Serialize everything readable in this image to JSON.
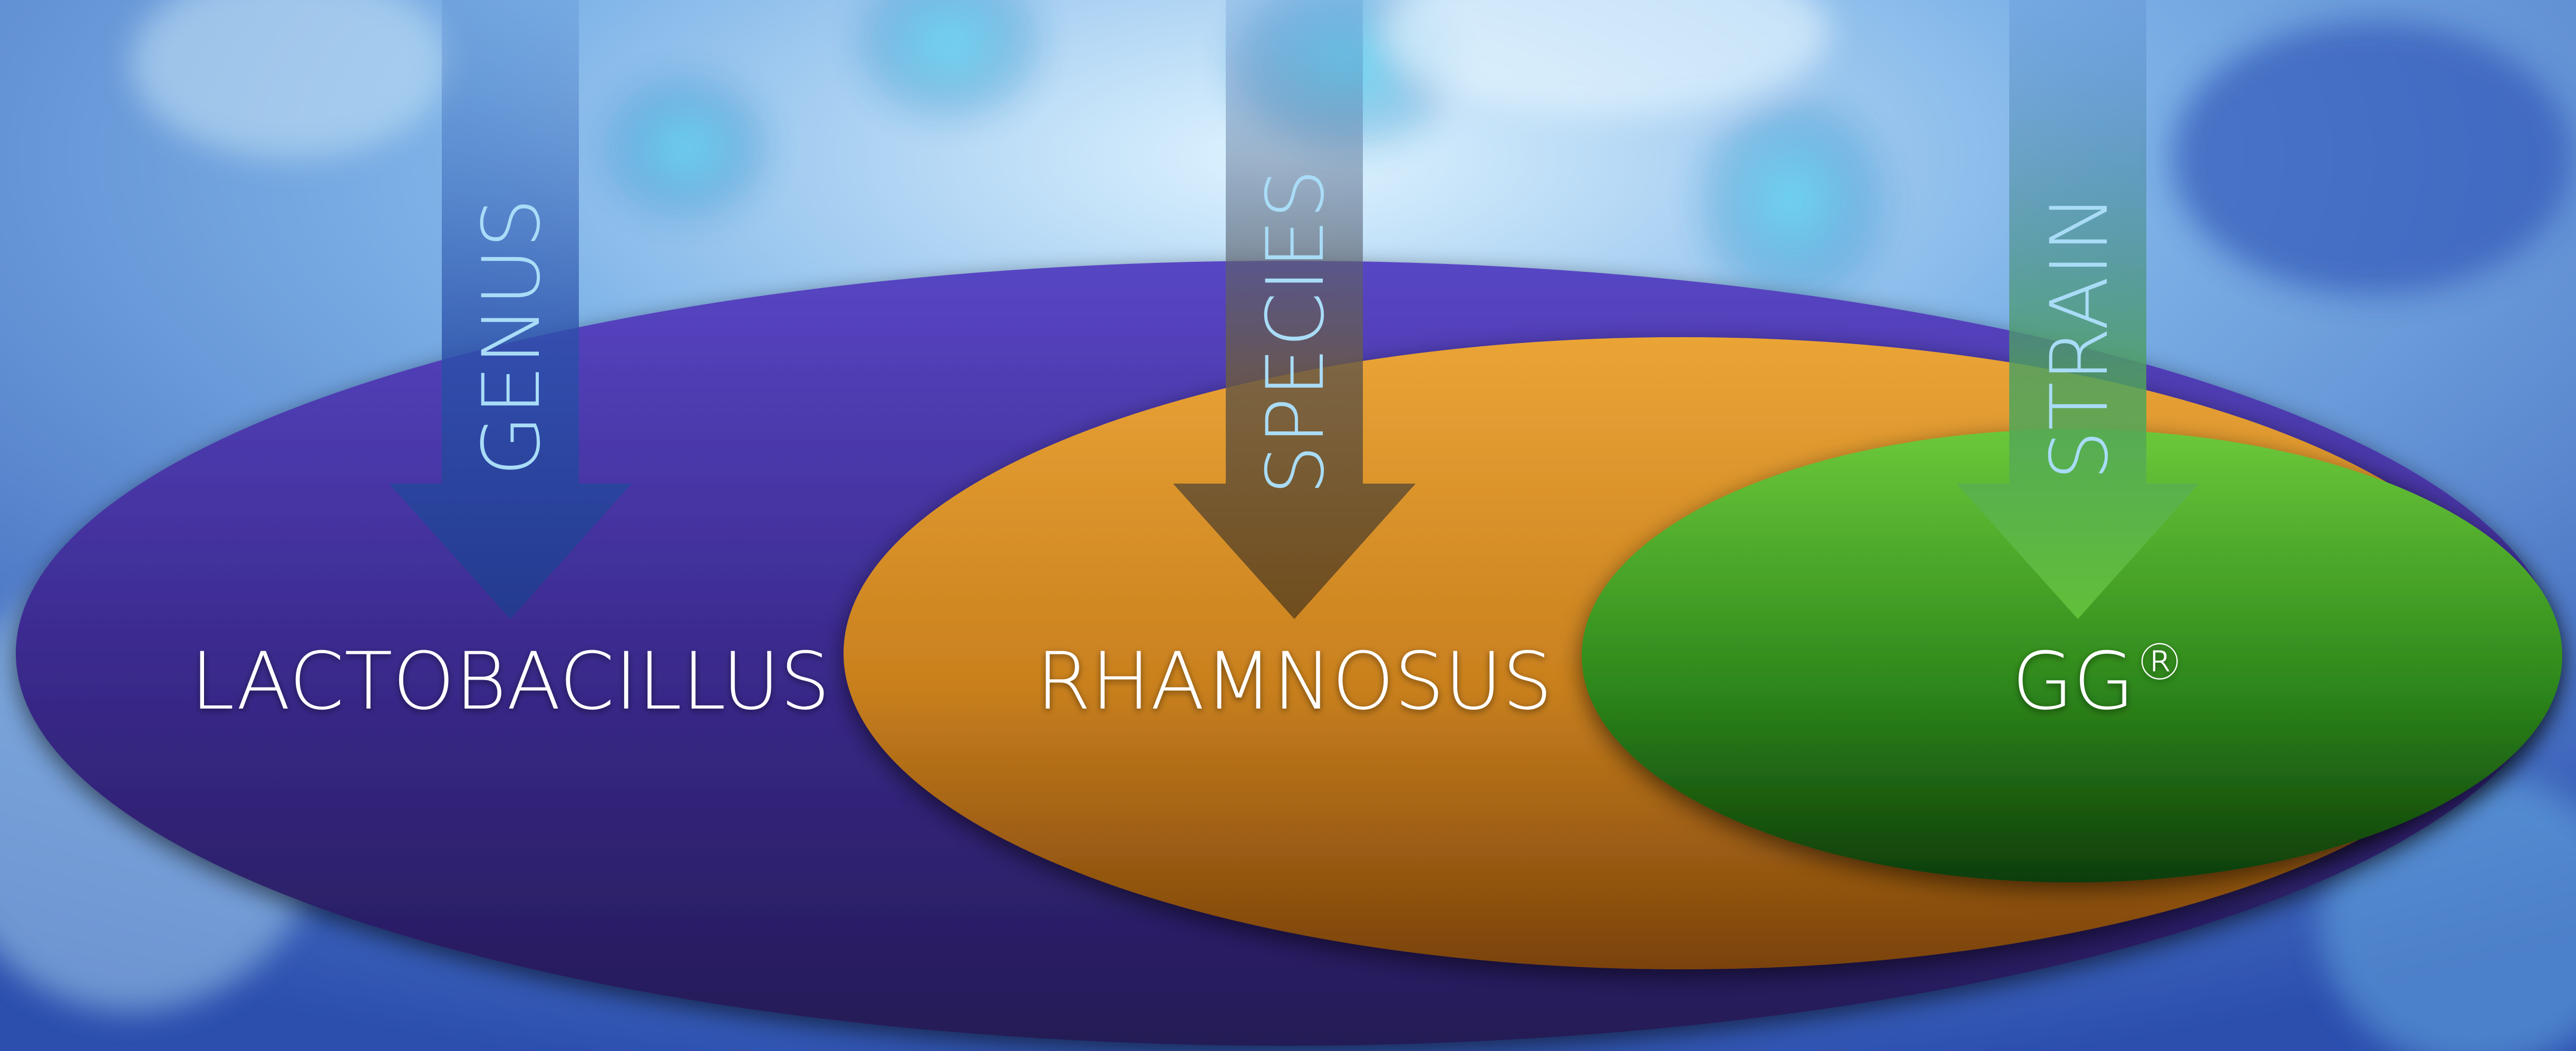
{
  "diagram": {
    "levels": [
      {
        "id": "genus",
        "arrow_label": "GENUS",
        "name": "LACTOBACILLUS",
        "color": "#4a3aa8"
      },
      {
        "id": "species",
        "arrow_label": "SPECIES",
        "name": "RHAMNOSUS",
        "color": "#d9902c"
      },
      {
        "id": "strain",
        "arrow_label": "STRAIN",
        "name": "GG",
        "name_mark": "®",
        "color": "#4fae2e"
      }
    ],
    "text_color": "#ffffff",
    "arrow_label_color": "#a9dcf7"
  }
}
